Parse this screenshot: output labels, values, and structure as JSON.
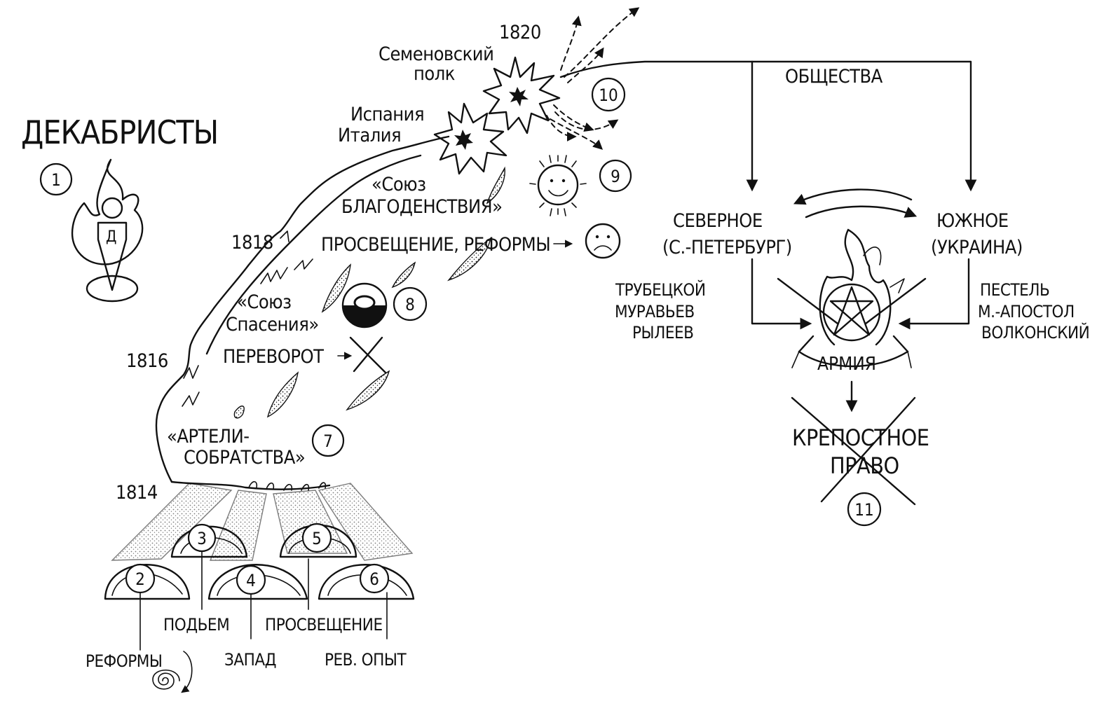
{
  "title": "ДЕКАБРИСТЫ",
  "numbers": {
    "n1": "1",
    "n2": "2",
    "n3": "3",
    "n4": "4",
    "n5": "5",
    "n6": "6",
    "n7": "7",
    "n8": "8",
    "n9": "9",
    "n10": "10",
    "n11": "11"
  },
  "emblem_letter": "Д",
  "years": {
    "y1814": "1814",
    "y1816": "1816",
    "y1818": "1818",
    "y1820": "1820"
  },
  "roots": {
    "reforms": "РЕФОРМЫ",
    "rise": "ПОДЬЕМ",
    "west": "ЗАПАД",
    "enlightenment": "ПРОСВЕЩЕНИЕ",
    "rev_experience": "РЕВ. ОПЫТ"
  },
  "flame": {
    "artels_line1": "«АРТЕЛИ-",
    "artels_line2": "СОБРАТСТВА»",
    "salvation_line1": "«Союз",
    "salvation_line2": "Спасения»",
    "coup": "ПЕРЕВОРОТ",
    "welfare_line1": "«Союз",
    "welfare_line2": "БЛАГОДЕНСТВИЯ»",
    "enlightenment_reforms": "ПРОСВЕЩЕНИЕ, РЕФОРМЫ"
  },
  "explosions": {
    "spain_line1": "Испания",
    "spain_line2": "Италия",
    "semenovsky_line1": "Семеновский",
    "semenovsky_line2": "полк"
  },
  "societies": {
    "header": "ОБЩЕСТВА",
    "north_line1": "СЕВЕРНОЕ",
    "north_line2": "(С.-ПЕТЕРБУРГ)",
    "south_line1": "ЮЖНОЕ",
    "south_line2": "(УКРАИНА)",
    "north_members": [
      "ТРУБЕЦКОЙ",
      "МУРАВЬЕВ",
      "РЫЛЕЕВ"
    ],
    "south_members": [
      "ПЕСТЕЛЬ",
      "М.-АПОСТОЛ",
      "ВОЛКОНСКИЙ"
    ],
    "army": "АРМИЯ",
    "serfdom_line1": "КРЕПОСТНОЕ",
    "serfdom_line2": "ПРАВО"
  }
}
